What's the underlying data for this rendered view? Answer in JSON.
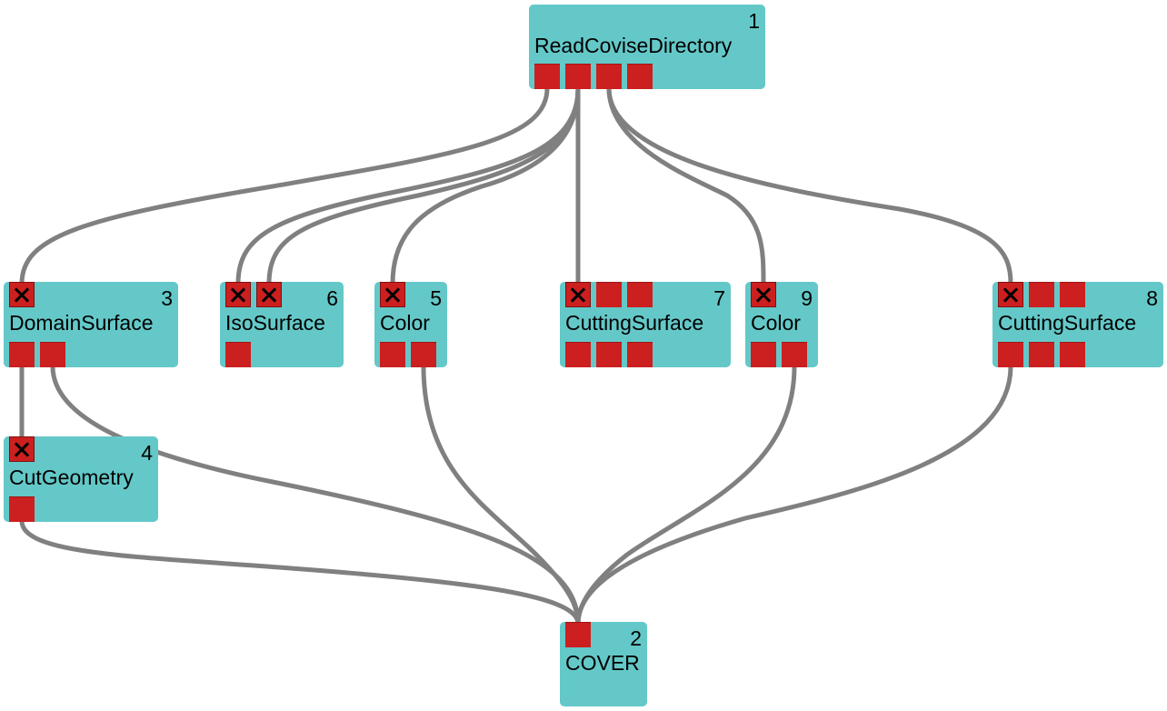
{
  "modules": {
    "read": {
      "title": "ReadCoviseDirectory",
      "number": "1"
    },
    "cover": {
      "title": "COVER",
      "number": "2"
    },
    "domain": {
      "title": "DomainSurface",
      "number": "3"
    },
    "cutgeo": {
      "title": "CutGeometry",
      "number": "4"
    },
    "color5": {
      "title": "Color",
      "number": "5"
    },
    "iso": {
      "title": "IsoSurface",
      "number": "6"
    },
    "cut7": {
      "title": "CuttingSurface",
      "number": "7"
    },
    "color9": {
      "title": "Color",
      "number": "9"
    },
    "cut8": {
      "title": "CuttingSurface",
      "number": "8"
    }
  },
  "colors": {
    "module_bg": "#64c8c8",
    "port": "#cc1f1f",
    "wire": "#808080",
    "text": "#000000"
  }
}
